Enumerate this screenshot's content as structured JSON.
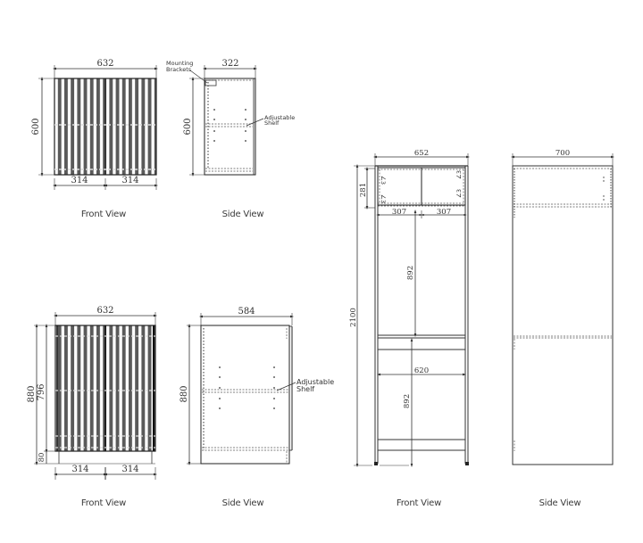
{
  "drawings": {
    "wall_cabinet": {
      "front_view": {
        "caption": "Front View",
        "width": "632",
        "height": "600",
        "door_left": "314",
        "door_right": "314"
      },
      "side_view": {
        "caption": "Side View",
        "depth": "322",
        "height": "600",
        "note_brackets": [
          "Mounting",
          "Brackets"
        ],
        "note_shelf": [
          "Adjustable",
          "Shelf"
        ]
      }
    },
    "base_cabinet": {
      "front_view": {
        "caption": "Front View",
        "width": "632",
        "total_height": "880",
        "body_height": "796",
        "leg_height": "80",
        "door_left": "314",
        "door_right": "314"
      },
      "side_view": {
        "caption": "Side View",
        "depth": "584",
        "height": "880",
        "note_shelf": [
          "Adjustable",
          "Shelf"
        ]
      }
    },
    "tall_cabinet": {
      "front_view": {
        "caption": "Front View",
        "width": "652",
        "total_height": "2100",
        "top_cabinet_height": "281",
        "top_door_left": "307",
        "top_door_right": "307",
        "upper_opening_height": "892",
        "lower_opening_width": "620",
        "lower_opening_height": "892"
      },
      "side_view": {
        "caption": "Side View",
        "depth": "700"
      }
    }
  },
  "colors": {
    "line": "#2b2b2b",
    "dashed": "#555555",
    "slat": "#3c3c3c",
    "background": "#ffffff"
  }
}
